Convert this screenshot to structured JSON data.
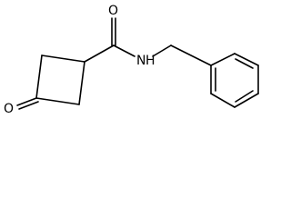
{
  "molecule": {
    "atoms": {
      "carbonyl_oxygen_amide": "O",
      "amide_nitrogen": "N",
      "amide_hydrogen": "H",
      "ketone_oxygen": "O"
    }
  }
}
